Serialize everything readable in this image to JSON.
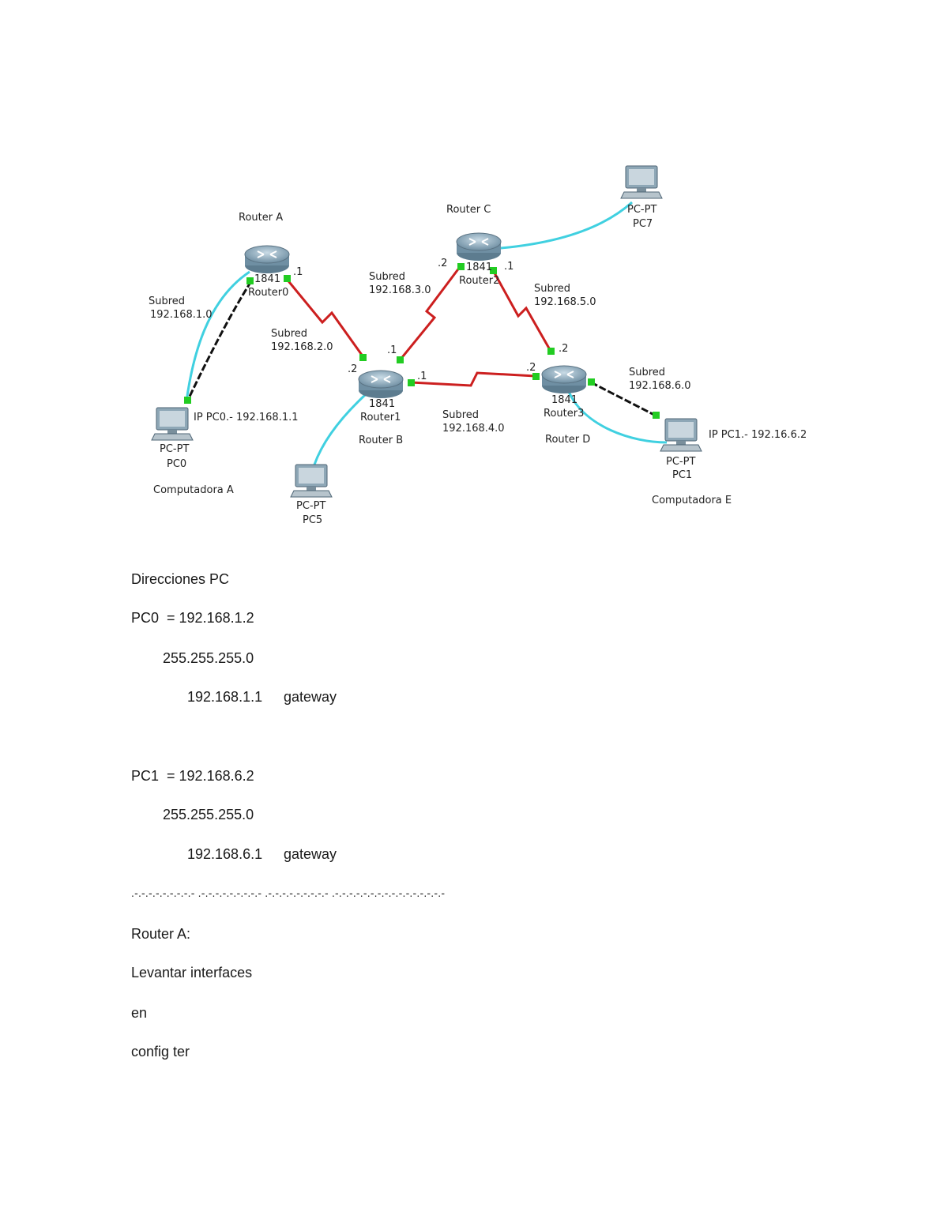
{
  "diagram": {
    "routers": [
      {
        "id": "router-a",
        "title": "Router A",
        "model": "1841",
        "name": "Router0"
      },
      {
        "id": "router-b",
        "title": "Router B",
        "model": "1841",
        "name": "Router1"
      },
      {
        "id": "router-c",
        "title": "Router C",
        "model": "1841",
        "name": "Router2"
      },
      {
        "id": "router-d",
        "title": "Router D",
        "model": "1841",
        "name": "Router3"
      }
    ],
    "pcs": [
      {
        "id": "pc0",
        "type": "PC-PT",
        "name": "PC0",
        "caption": "Computadora A",
        "ip_label": "IP PC0.- 192.168.1.1"
      },
      {
        "id": "pc1",
        "type": "PC-PT",
        "name": "PC1",
        "caption": "Computadora E",
        "ip_label": "IP PC1.- 192.16.6.2"
      },
      {
        "id": "pc5",
        "type": "PC-PT",
        "name": "PC5"
      },
      {
        "id": "pc7",
        "type": "PC-PT",
        "name": "PC7"
      }
    ],
    "subnets": [
      {
        "id": "s1",
        "word": "Subred",
        "net": "192.168.1.0"
      },
      {
        "id": "s2",
        "word": "Subred",
        "net": "192.168.2.0"
      },
      {
        "id": "s3",
        "word": "Subred",
        "net": "192.168.3.0"
      },
      {
        "id": "s4",
        "word": "Subred",
        "net": "192.168.4.0"
      },
      {
        "id": "s5",
        "word": "Subred",
        "net": "192.168.5.0"
      },
      {
        "id": "s6",
        "word": "Subred",
        "net": "192.168.6.0"
      }
    ],
    "port_labels": [
      ".1",
      ".2",
      ".1",
      ".2",
      ".1",
      ".1",
      ".2",
      ".2"
    ],
    "colors": {
      "serial": "#cc1f1f",
      "fast": "#40d0e0",
      "copper": "#111111",
      "port": "#22cc22"
    }
  },
  "doc": {
    "heading": "Direcciones PC",
    "pc0_ip": "PC0  = 192.168.1.2",
    "pc0_mask": "255.255.255.0",
    "pc0_gw_ip": "192.168.1.1",
    "pc0_gw_word": "gateway",
    "pc1_ip": "PC1  = 192.168.6.2",
    "pc1_mask": "255.255.255.0",
    "pc1_gw_ip": "192.168.6.1",
    "pc1_gw_word": "gateway",
    "separator": ".-.-.-.-.-.-.-.-.- .-.-.-.-.-.-.-.-.- .-.-.-.-.-.-.-.-.- .-.-.-.-.-.-.-.-.-.-.-.-.-.-.-.-",
    "router_a": "Router A:",
    "step1": "Levantar interfaces",
    "step2": "en",
    "step3": "config ter"
  }
}
